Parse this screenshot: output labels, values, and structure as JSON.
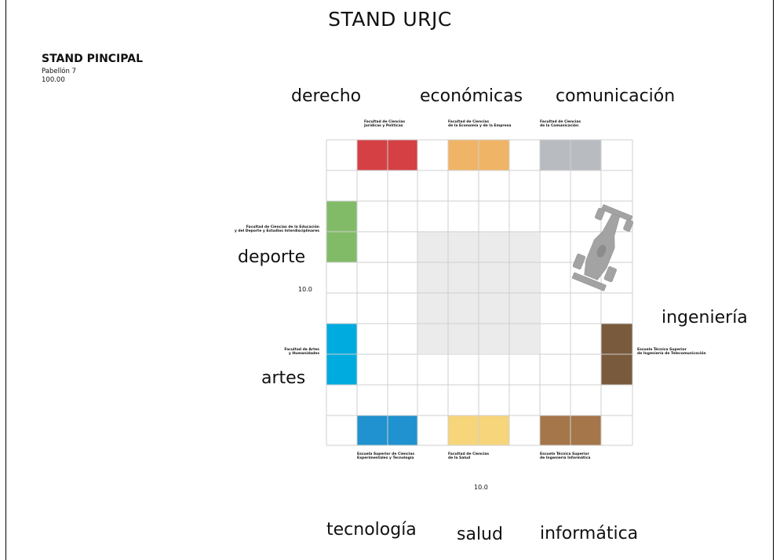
{
  "title": "STAND URJC",
  "pavilion": {
    "name": "STAND PINCIPAL",
    "sub": "Pabellón 7",
    "area": "100.00"
  },
  "dimensions": {
    "side": "10.0",
    "bottom": "10.0"
  },
  "colors": {
    "derecho": "#d44043",
    "economicas": "#f0b466",
    "comunicacion": "#b8bbc0",
    "deporte": "#82bb68",
    "artes": "#00abdf",
    "ingenieria": "#7a5a3c",
    "tecnologia": "#1f92cf",
    "salud": "#f6d57b",
    "informatica": "#a5764a",
    "center": "#ebebeb",
    "grid": "#cfcfcf"
  },
  "labels": {
    "derecho": "derecho",
    "economicas": "económicas",
    "comunicacion": "comunicación",
    "deporte": "deporte",
    "artes": "artes",
    "ingenieria": "ingeniería",
    "tecnologia": "tecnología",
    "salud": "salud",
    "informatica": "informática"
  },
  "faculties": {
    "derecho": "Facultad de Ciencias\nJurídicas y Políticas",
    "economicas": "Facultad de Ciencias\nde la Economía y de la Empresa",
    "comunicacion": "Facultad de Ciencias\nde la Comunicación",
    "deporte": "Facultad de Ciencias de la Educación\ny del Deporte y Estudios Interdisciplinares",
    "artes": "Facultad de Artes\ny Humanidades",
    "ingenieria": "Escuela Técnica Superior\nde Ingeniería de Telecomunicación",
    "tecnologia": "Escuela Superior de Ciencias\nExperimentales y Tecnología",
    "salud": "Facultad de Ciencias\nde la Salud",
    "informatica": "Escuela Técnica Superior\nde Ingeniería Informática"
  }
}
